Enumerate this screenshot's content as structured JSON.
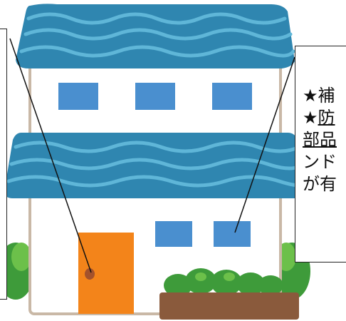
{
  "callout_right": {
    "line1": "★補",
    "line2_star": "★",
    "line2_text": "防",
    "line3": "部品",
    "line4": "ンド",
    "line5": "が有"
  },
  "colors": {
    "roof": "#2f86b0",
    "roof_wave": "#5fb6d8",
    "wall": "#ffffff",
    "wall_outline": "#c9b8a6",
    "window": "#4a8fcf",
    "door": "#f3841a",
    "door_knob": "#a3522c",
    "planter": "#8a5a3c",
    "bush": "#3e9b3a",
    "bush_light": "#6cc04a"
  }
}
